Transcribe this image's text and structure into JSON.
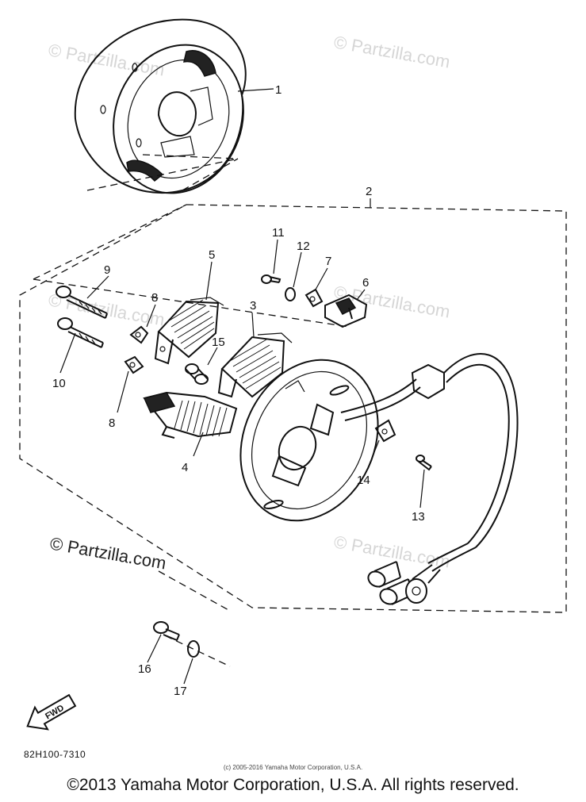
{
  "callouts": [
    {
      "label": "1"
    },
    {
      "label": "2"
    },
    {
      "label": "3"
    },
    {
      "label": "4"
    },
    {
      "label": "5"
    },
    {
      "label": "6"
    },
    {
      "label": "7"
    },
    {
      "label": "8"
    },
    {
      "label": "8"
    },
    {
      "label": "9"
    },
    {
      "label": "10"
    },
    {
      "label": "11"
    },
    {
      "label": "12"
    },
    {
      "label": "13"
    },
    {
      "label": "14"
    },
    {
      "label": "15"
    },
    {
      "label": "16"
    },
    {
      "label": "17"
    }
  ],
  "watermarks": {
    "faint": "© Partzilla.com",
    "visible": "© Partzilla.com"
  },
  "fwd_label": "FWD",
  "drawing_code": "82H100-7310",
  "small_copyright": "(c) 2005-2016 Yamaha Motor Corporation, U.S.A.",
  "footer_copyright": "©2013 Yamaha Motor Corporation, U.S.A. All rights reserved.",
  "colors": {
    "line": "#111111",
    "background": "#ffffff",
    "watermark": "#d6d6d6"
  }
}
